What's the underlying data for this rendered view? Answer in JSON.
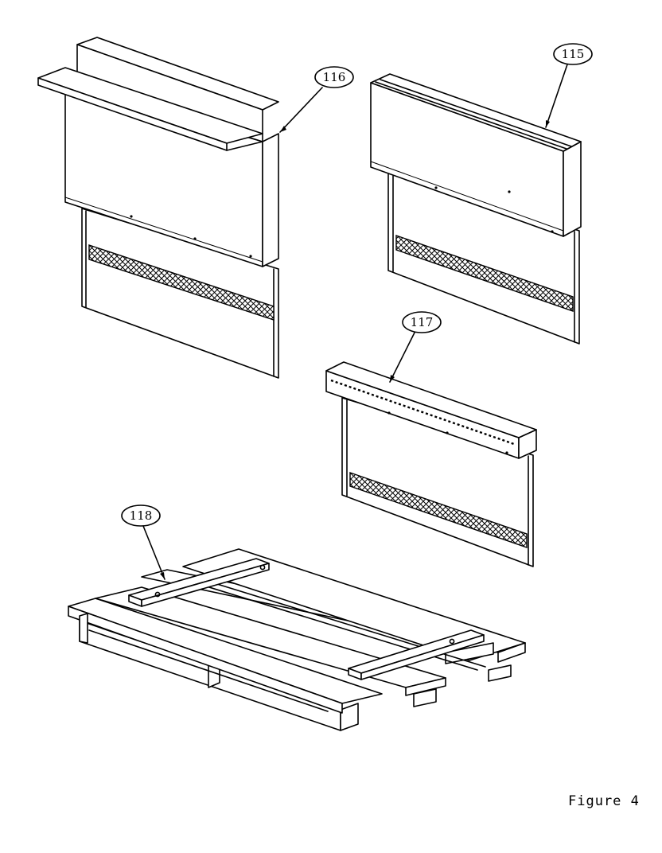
{
  "figure": {
    "label": "Figure 4"
  },
  "callouts": [
    {
      "id": "116",
      "text": "116"
    },
    {
      "id": "115",
      "text": "115"
    },
    {
      "id": "117",
      "text": "117"
    },
    {
      "id": "118",
      "text": "118"
    }
  ],
  "colors": {
    "line": "#000000",
    "background": "#ffffff"
  }
}
